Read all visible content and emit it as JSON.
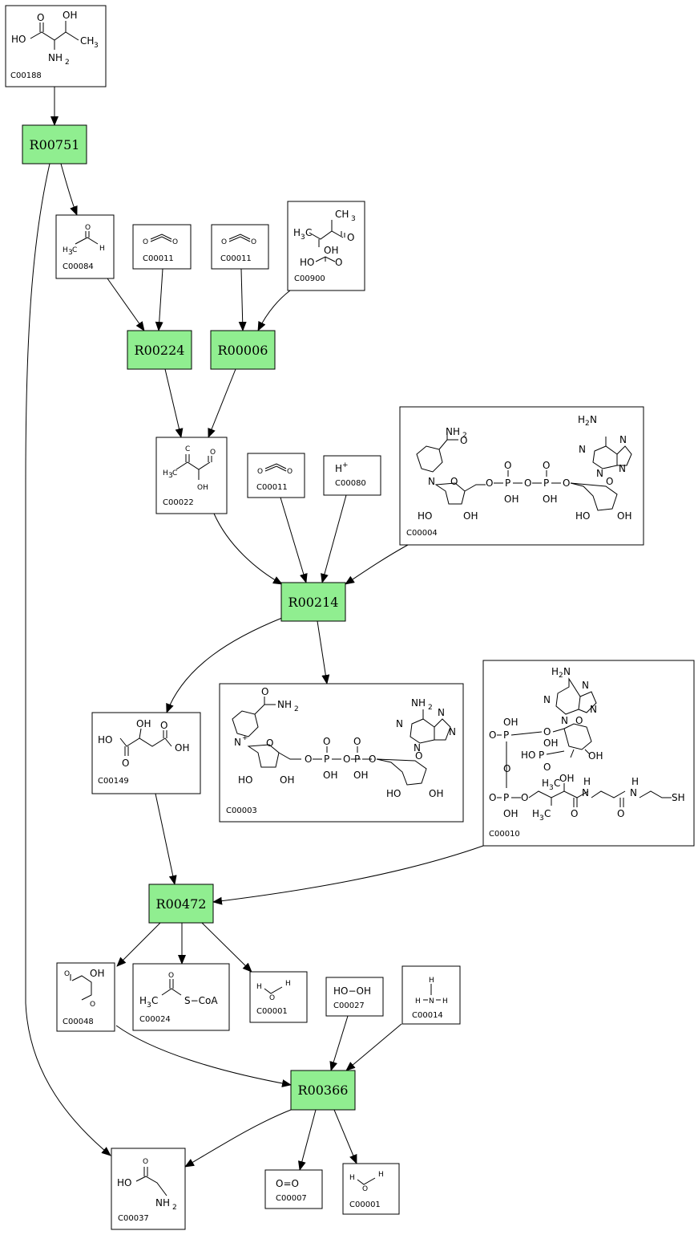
{
  "reactions": {
    "R00751": "R00751",
    "R00224": "R00224",
    "R00006": "R00006",
    "R00214": "R00214",
    "R00472": "R00472",
    "R00366": "R00366"
  },
  "compounds": {
    "C00188": "C00188",
    "C00084": "C00084",
    "C00011a": "C00011",
    "C00011b": "C00011",
    "C00900": "C00900",
    "C00022": "C00022",
    "C00011c": "C00011",
    "C00080": "C00080",
    "C00004": "C00004",
    "C00149": "C00149",
    "C00003": "C00003",
    "C00010": "C00010",
    "C00048": "C00048",
    "C00024": "C00024",
    "C00001a": "C00001",
    "C00027": "C00027",
    "C00014": "C00014",
    "C00037": "C00037",
    "C00007": "C00007",
    "C00001b": "C00001"
  },
  "atoms": {
    "OH": "OH",
    "HO": "HO",
    "NH2": "NH",
    "sub2": "2",
    "CH3": "CH",
    "sub3": "3",
    "H3C": "H",
    "C": "C",
    "O": "O",
    "H": "H",
    "N": "N",
    "P": "P",
    "S": "S",
    "SH": "SH",
    "CoA": "S−CoA",
    "H3C_CoA": "H",
    "Hplus": "H",
    "plus": "+",
    "HOOH": "HO−OH",
    "O2": "O=O"
  }
}
